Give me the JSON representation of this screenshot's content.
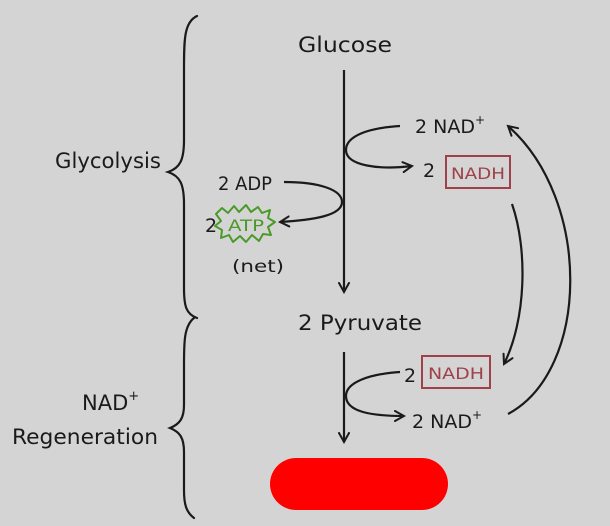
{
  "diagram": {
    "section_labels": {
      "glycolysis": "Glycolysis",
      "nad_regen_line1": "NAD",
      "nad_regen_sup": "+",
      "nad_regen_line2": "Regeneration"
    },
    "molecules": {
      "glucose": "Glucose",
      "pyruvate": "2 Pyruvate",
      "adp": "2 ADP",
      "atp_count": "2",
      "atp": "ATP",
      "net": "(net)",
      "nad_top_count": "2 NAD",
      "nad_top_sup": "+",
      "nadh_top_count": "2",
      "nadh_top": "NADH",
      "nadh_bottom_count": "2",
      "nadh_bottom": "NADH",
      "nad_bottom_count": "2 NAD",
      "nad_bottom_sup": "+"
    },
    "colors": {
      "background": "#d4d4d4",
      "ink": "#1a1a1a",
      "nadh_box": "#a0404a",
      "atp_burst": "#4a9a2a",
      "hidden_product": "#ff0000"
    }
  }
}
